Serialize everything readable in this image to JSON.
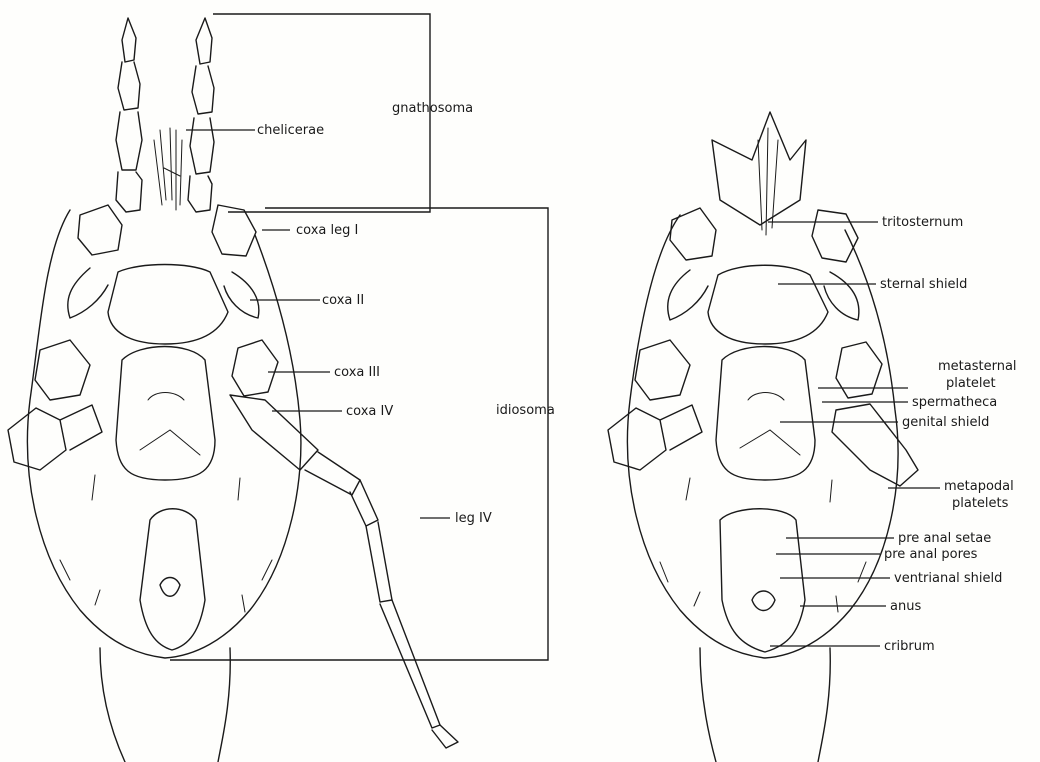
{
  "diagram": {
    "dorsal_labels": {
      "chelicerae": "chelicerae",
      "gnathosoma": "gnathosoma",
      "coxa_leg_1": "coxa leg I",
      "coxa_2": "coxa II",
      "coxa_3": "coxa III",
      "coxa_4": "coxa IV",
      "idiosoma": "idiosoma",
      "leg_4": "leg IV"
    },
    "ventral_labels": {
      "tritosternum": "tritosternum",
      "sternal_shield": "sternal shield",
      "metasternal_1": "metasternal",
      "metasternal_2": "platelet",
      "spermatheca": "spermatheca",
      "genital_shield": "genital shield",
      "metapodal_1": "metapodal",
      "metapodal_2": "platelets",
      "pre_anal_setae": "pre anal setae",
      "pre_anal_pores": "pre anal pores",
      "ventrianal_shield": "ventrianal shield",
      "anus": "anus",
      "cribrum": "cribrum"
    }
  }
}
